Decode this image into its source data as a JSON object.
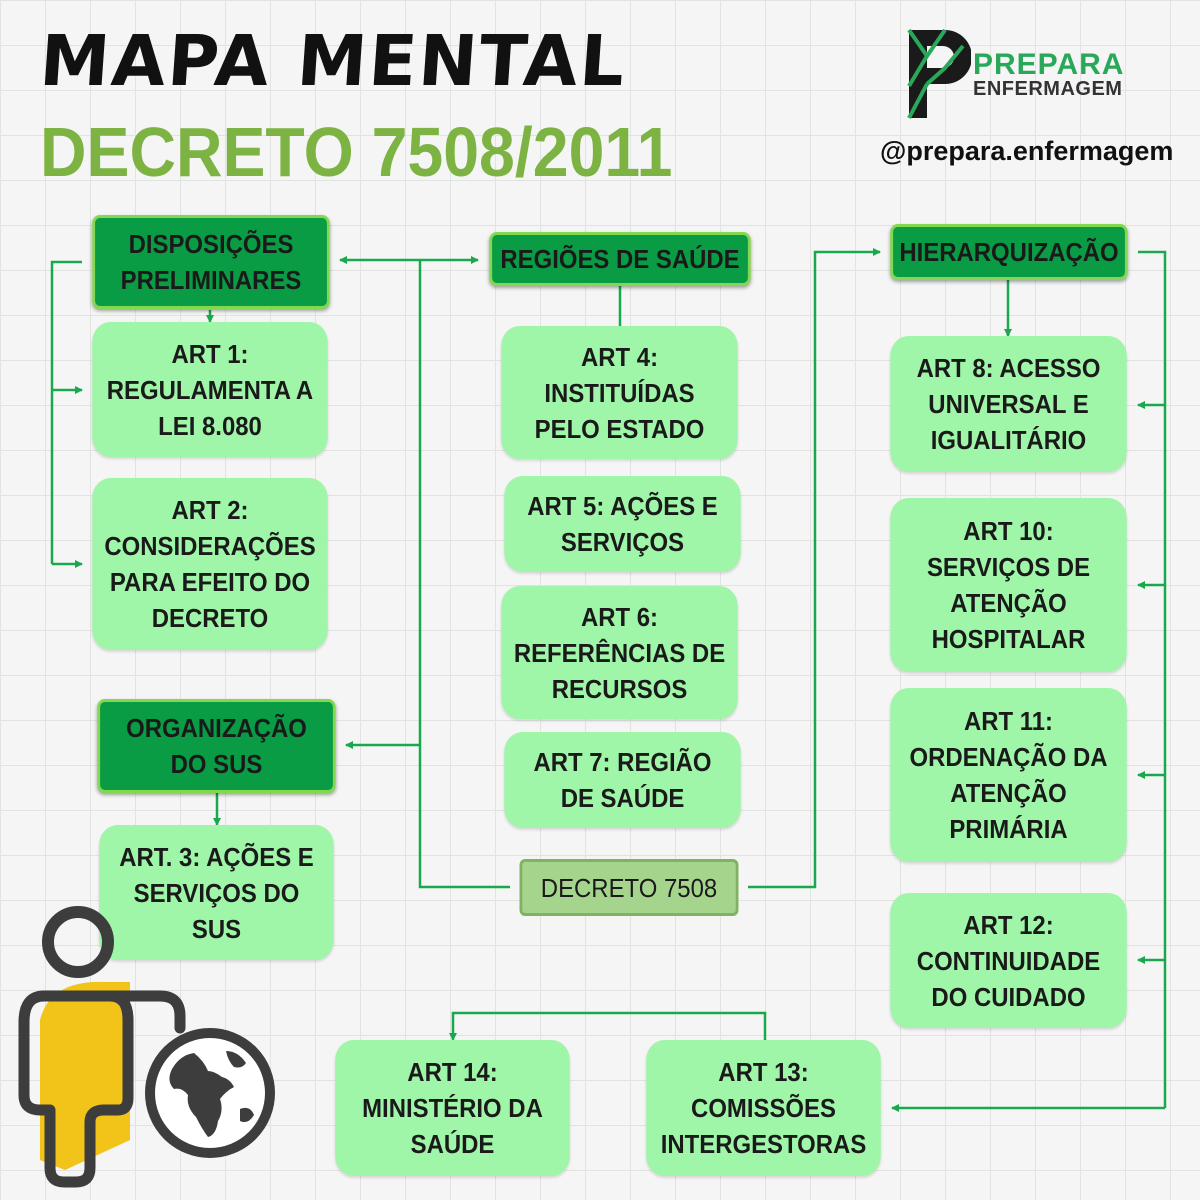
{
  "header": {
    "title": "MAPA MENTAL",
    "subtitle": "DECRETO 7508/2011",
    "handle": "@prepara.enfermagem",
    "logo_line1": "PREPARA",
    "logo_line2": "ENFERMAGEM"
  },
  "root": "DECRETO 7508",
  "sections": {
    "disposicoes": "DISPOSIÇÕES\nPRELIMINARES",
    "regioes": "REGIÕES DE SAÚDE",
    "hierarquizacao": "HIERARQUIZAÇÃO",
    "organizacao": "ORGANIZAÇÃO\nDO SUS"
  },
  "articles": {
    "art1": "ART 1:\nREGULAMENTA A\nLEI 8.080",
    "art2": "ART 2:\nCONSIDERAÇÕES\nPARA EFEITO DO\nDECRETO",
    "art3": "ART. 3: AÇÕES E\nSERVIÇOS DO\nSUS",
    "art4": "ART 4:\nINSTITUÍDAS\nPELO ESTADO",
    "art5": "ART 5: AÇÕES E\nSERVIÇOS",
    "art6": "ART 6:\nREFERÊNCIAS DE\nRECURSOS",
    "art7": "ART 7: REGIÃO\nDE SAÚDE",
    "art8": "ART 8: ACESSO\nUNIVERSAL E\nIGUALITÁRIO",
    "art10": "ART 10:\nSERVIÇOS DE\nATENÇÃO\nHOSPITALAR",
    "art11": "ART 11:\nORDENAÇÃO DA\nATENÇÃO\nPRIMÁRIA",
    "art12": "ART 12:\nCONTINUIDADE\nDO CUIDADO",
    "art13": "ART 13:\nCOMISSÕES\nINTERGESTORAS",
    "art14": "ART 14:\nMINISTÉRIO DA\nSAÚDE"
  },
  "colors": {
    "section_fill": "#0a9b45",
    "article_fill": "#9ff5a8",
    "root_fill": "#a5d58c",
    "connector": "#1aa84f",
    "subtitle": "#7cb342"
  },
  "icons": [
    "logo-p-icon",
    "person-info-icon",
    "globe-icon"
  ]
}
